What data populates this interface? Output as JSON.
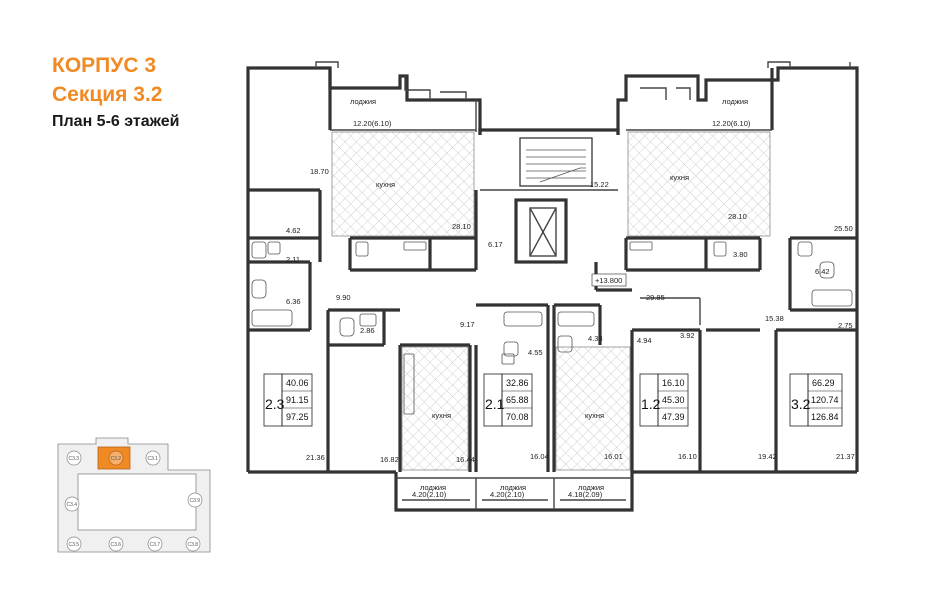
{
  "header": {
    "building": "КОРПУС 3",
    "section": "Секция 3.2",
    "plan": "План 5-6 этажей"
  },
  "colors": {
    "accent": "#f08a24",
    "wall": "#333333",
    "hatch": "#b8b8b8",
    "minimap_fill": "#f0f0f0",
    "minimap_active": "#f08a24"
  },
  "rooms": {
    "loggia": "лоджия",
    "kitchen": "кухня"
  },
  "loggia_areas": {
    "top_left": "12.20(6.10)",
    "top_right": "12.20(6.10)",
    "bottom_1": "4.20(2.10)",
    "bottom_2": "4.20(2.10)",
    "bottom_3": "4.18(2.09)"
  },
  "room_areas": {
    "a_18_70": "18.70",
    "a_28_10_l": "28.10",
    "a_4_62": "4.62",
    "a_2_11": "2.11",
    "a_6_36": "6.36",
    "a_6_17": "6.17",
    "a_9_90": "9.90",
    "a_2_86": "2.86",
    "a_9_17": "9.17",
    "a_15_22": "15.22",
    "a_28_10_r": "28.10",
    "a_25_50": "25.50",
    "a_3_80": "3.80",
    "a_6_42": "6.42",
    "a_29_85": "29.85",
    "a_4_55": "4.55",
    "a_4_33": "4.33",
    "a_4_94": "4.94",
    "a_3_92": "3.92",
    "a_15_38": "15.38",
    "a_2_75": "2.75",
    "a_21_36": "21.36",
    "a_16_82": "16.82",
    "a_16_44": "16.44",
    "a_16_04": "16.04",
    "a_16_01": "16.01",
    "a_16_10": "16.10",
    "a_19_42": "19.42",
    "a_21_37": "21.37"
  },
  "elevation": "+13.800",
  "apartments": [
    {
      "id": "2.3",
      "living": "40.06",
      "total": "91.15",
      "total_with_loggia": "97.25"
    },
    {
      "id": "2.1",
      "living": "32.86",
      "total": "65.88",
      "total_with_loggia": "70.08"
    },
    {
      "id": "1.2",
      "living": "16.10",
      "total": "45.30",
      "total_with_loggia": "47.39"
    },
    {
      "id": "3.2",
      "living": "66.29",
      "total": "120.74",
      "total_with_loggia": "126.84"
    }
  ],
  "minimap": {
    "active": "С3.2",
    "sections": [
      "С3.3",
      "С3.2",
      "С3.1",
      "С3.4",
      "С3.9",
      "С3.5",
      "С3.6",
      "С3.7",
      "С3.8"
    ]
  }
}
